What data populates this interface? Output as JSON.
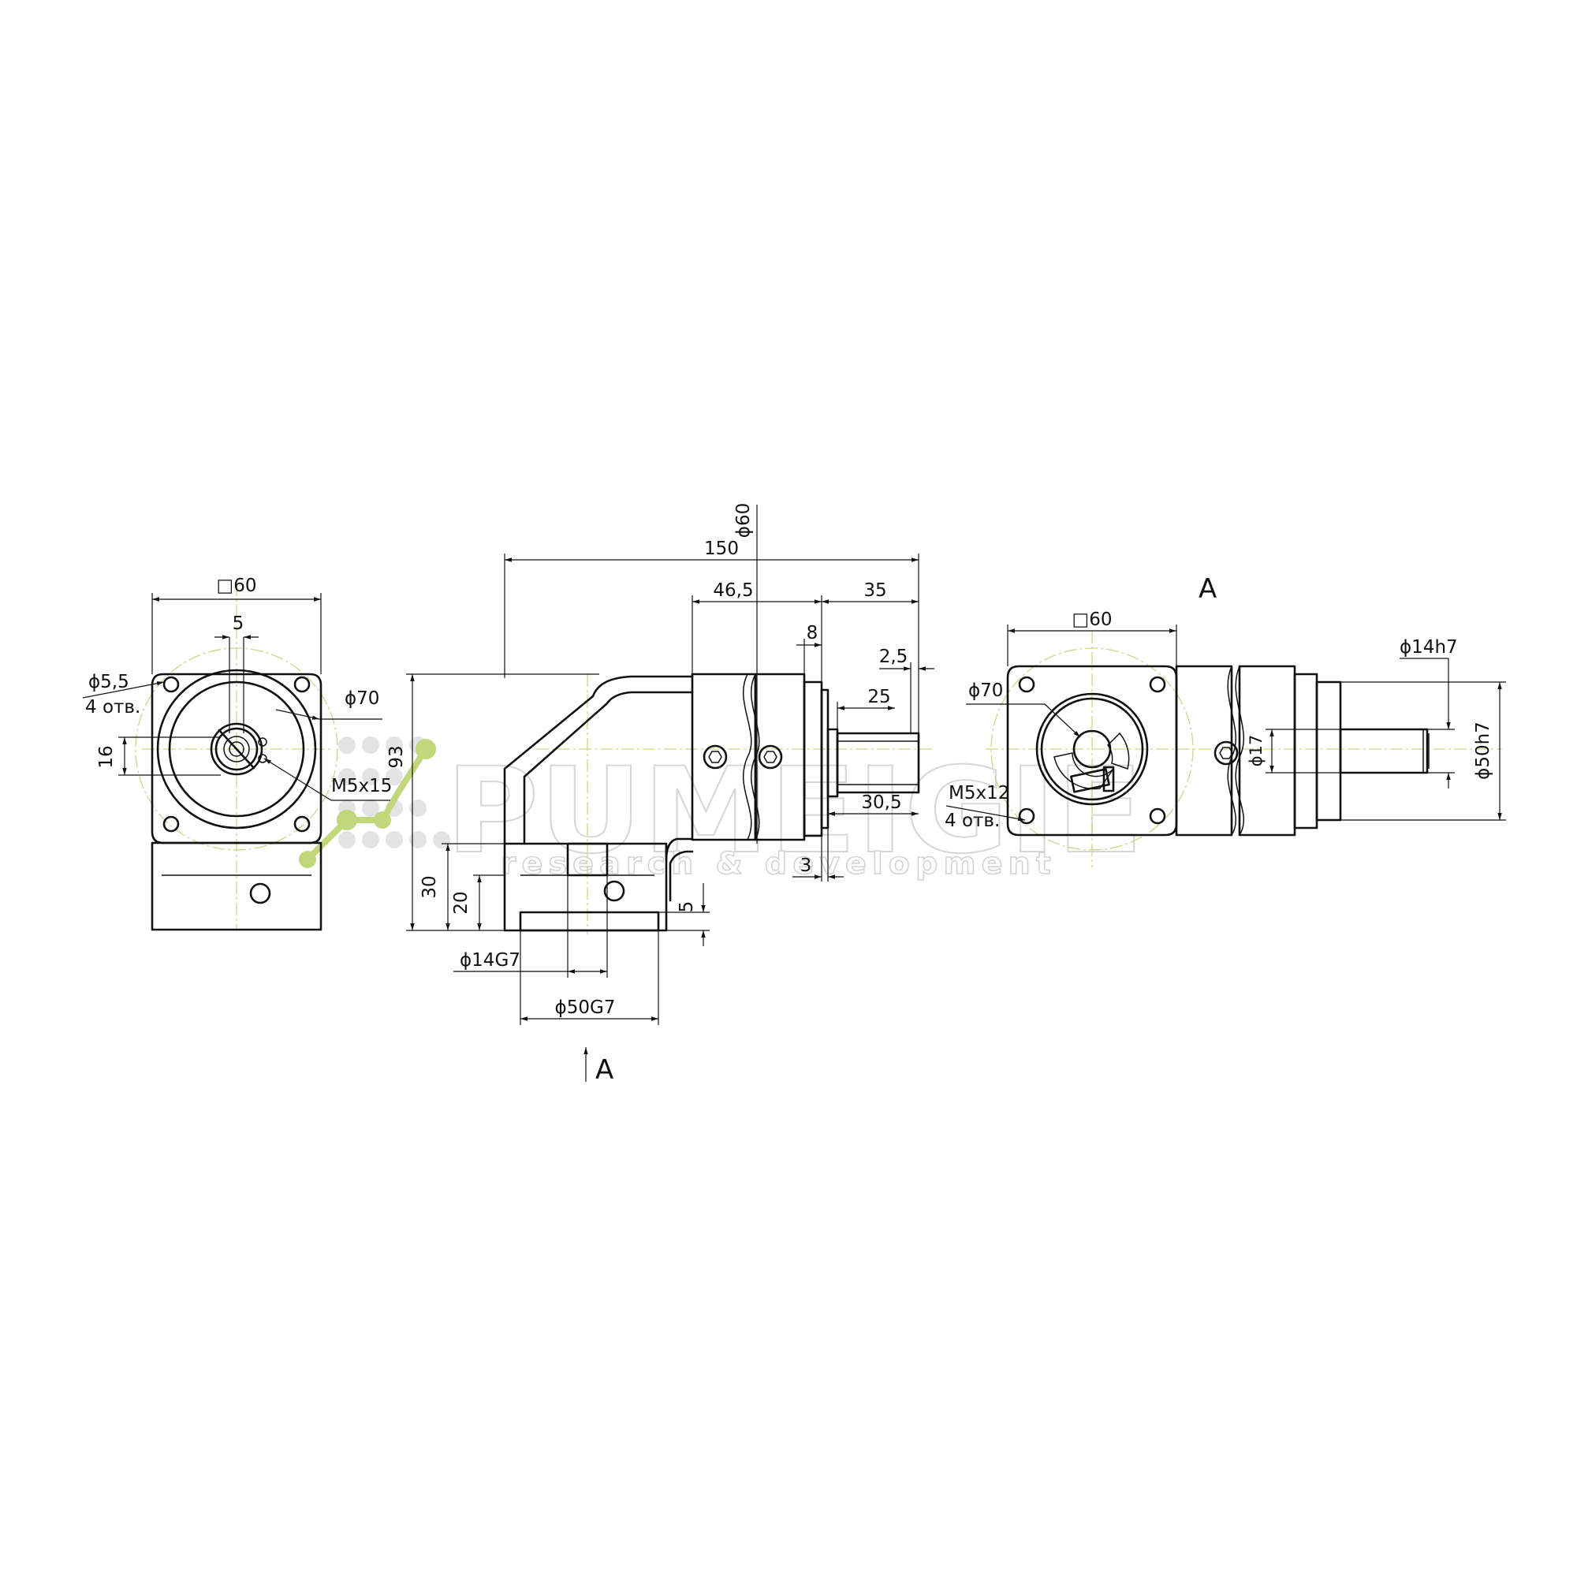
{
  "views": {
    "front": {
      "flange_square": "□60",
      "key_width": "5",
      "mount_holes_dia": "ϕ5,5",
      "mount_holes_count": "4 отв.",
      "pitch_circle": "ϕ70",
      "key_height": "16",
      "thread": "M5x15"
    },
    "side": {
      "total_length": "150",
      "housing_dia": "ϕ60",
      "body_length": "46,5",
      "shaft_section": "35",
      "flange_thickness": "8",
      "chamfer": "2,5",
      "key_length": "25",
      "shaft_length": "30,5",
      "shoulder": "3",
      "height": "93",
      "axis_height": "30",
      "bore_depth": "20",
      "pilot_depth": "5",
      "input_bore": "ϕ14G7",
      "input_pilot": "ϕ50G7",
      "view_arrow": "A"
    },
    "view_a": {
      "title": "A",
      "flange_square": "□60",
      "pitch_circle": "ϕ70",
      "thread": "M5x12",
      "thread_count": "4 отв.",
      "output_shaft": "ϕ14h7",
      "output_pilot": "ϕ50h7",
      "bore": "ϕ17"
    }
  },
  "watermark": {
    "main": "PUMEIGIE",
    "sub": "research & development"
  },
  "colors": {
    "line": "#111111",
    "centerline": "#c5d98a",
    "logo_green": "#c2d67c",
    "watermark": "#d7d7d7"
  }
}
